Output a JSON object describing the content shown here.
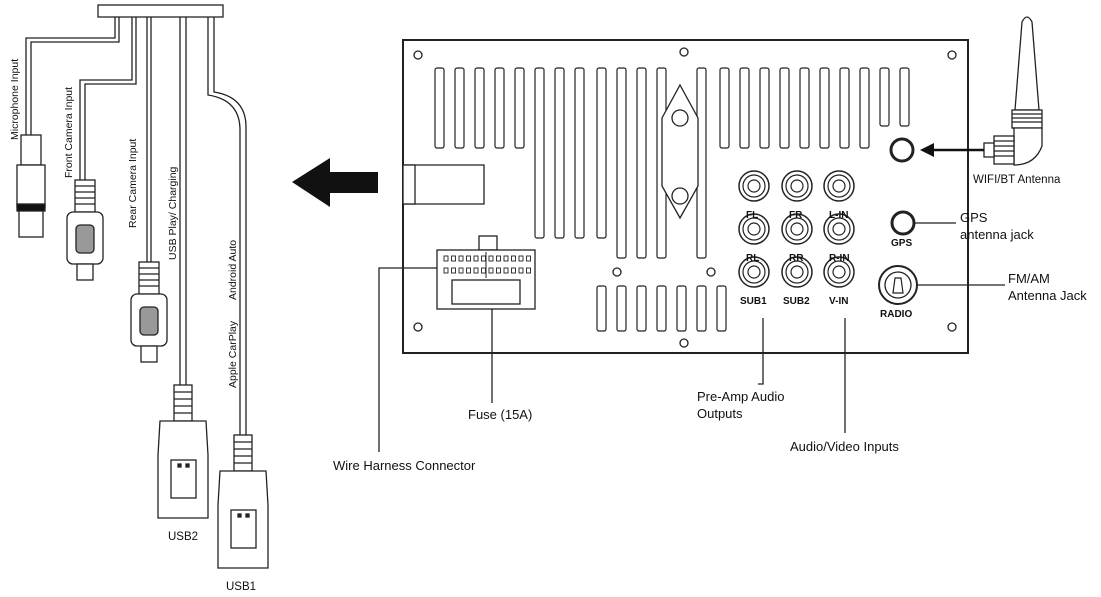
{
  "cables": {
    "microphone": "Microphone Input",
    "front_camera": "Front Camera Input",
    "rear_camera": "Rear Camera Input",
    "usb_play": "USB Play/ Charging",
    "android_auto": "Android Auto",
    "apple_carplay": "Apple CarPlay",
    "usb2": "USB2",
    "usb1": "USB1"
  },
  "rca_jacks": {
    "fl": "FL",
    "fr": "FR",
    "l_in": "L-IN",
    "rl": "RL",
    "rr": "RR",
    "r_in": "R-IN",
    "sub1": "SUB1",
    "sub2": "SUB2",
    "v_in": "V-IN"
  },
  "jacks": {
    "gps": "GPS",
    "radio": "RADIO"
  },
  "callouts": {
    "wifi_bt": "WIFI/BT Antenna",
    "gps_line1": "GPS",
    "gps_line2": "antenna jack",
    "fm_line1": "FM/AM",
    "fm_line2": "Antenna Jack",
    "preamp_line1": "Pre-Amp Audio",
    "preamp_line2": "Outputs",
    "av_inputs": "Audio/Video Inputs",
    "fuse": "Fuse (15A)",
    "harness": "Wire Harness Connector"
  }
}
